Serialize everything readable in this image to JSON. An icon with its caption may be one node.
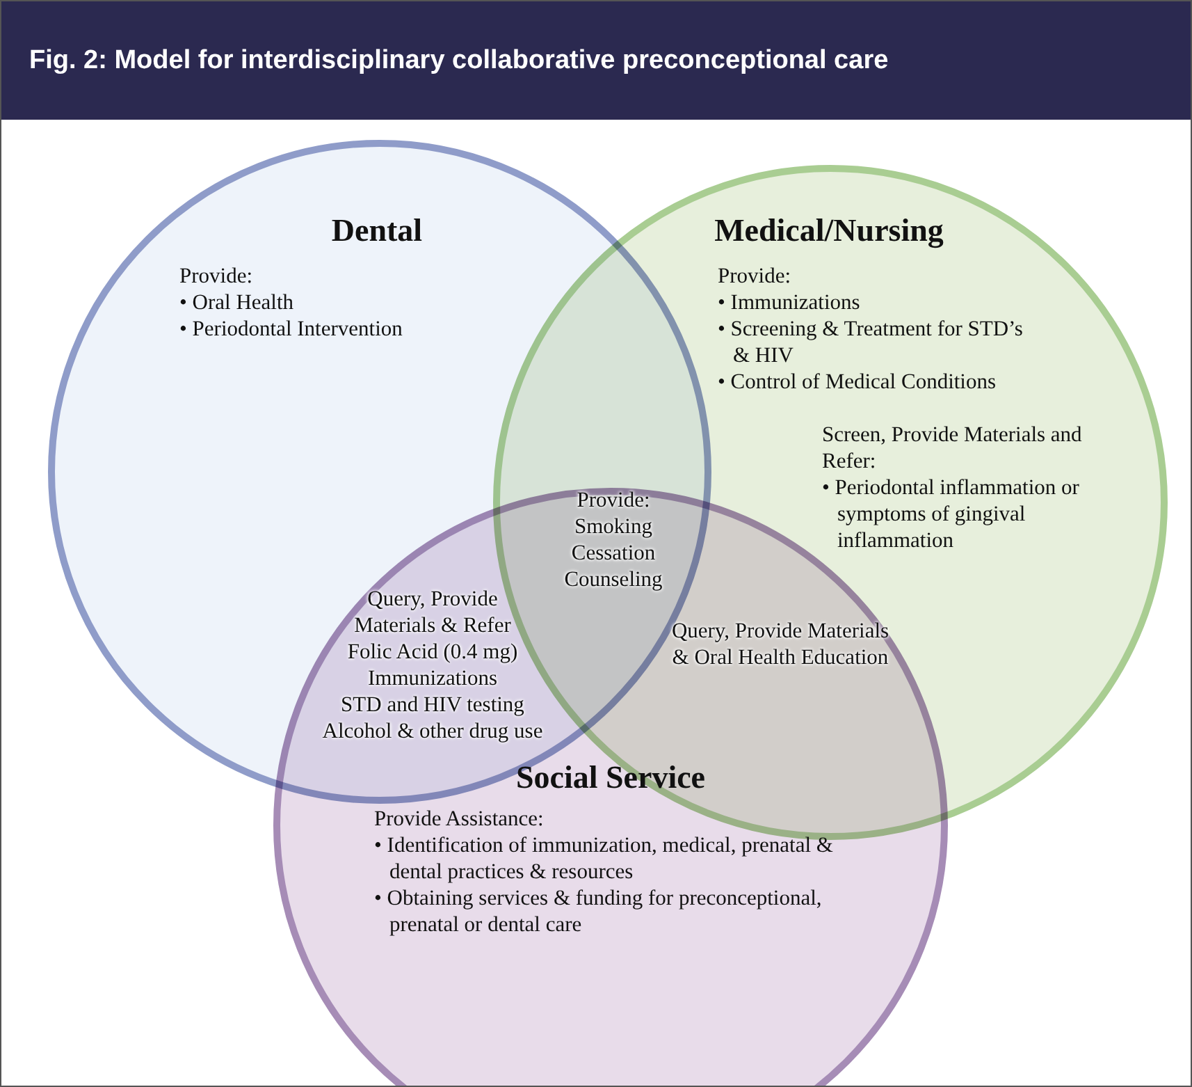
{
  "diagram": {
    "title": "Fig. 2: Model for interdisciplinary collaborative preconceptional care",
    "nodes": [
      {
        "text": [
          "Dental",
          "Provide:",
          "• Oral Health",
          "• Periodontal Intervention"
        ]
      },
      {
        "text": [
          "Medical/Nursing",
          "Provide:",
          "• Immunizations",
          "• Screening & Treatment for STD’s & HIV",
          "• Control of Medical Conditions",
          "Screen, Provide Materials and Refer:",
          "• Periodontal inflammation or symptoms of gingival inflammation"
        ]
      },
      {
        "text": [
          "Social Service",
          "Provide Assistance:",
          "• Identification of immunization, medical, prenatal & dental practices & resources",
          "• Obtaining services & funding for preconceptional, prenatal or dental care"
        ]
      }
    ],
    "labels": [
      "Provide: Smoking Cessation Counseling",
      "Query, Provide Materials & Refer",
      "Folic Acid (0.4 mg)",
      "Immunizations",
      "STD and HIV testing",
      "Alcohol & other drug use",
      "Query, Provide Materials & Oral Health Education"
    ]
  }
}
